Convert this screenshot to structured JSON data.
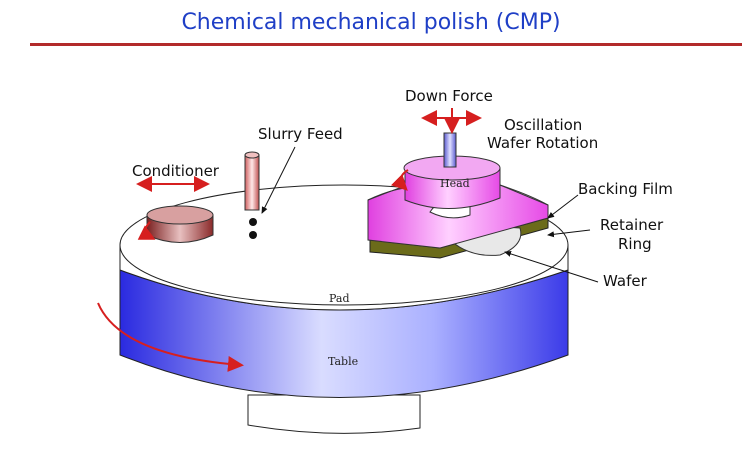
{
  "title": "Chemical mechanical polish (CMP)",
  "colors": {
    "title": "#1f3fc6",
    "rule": "#b22a2a",
    "table_blue": "#3b3be8",
    "head_magenta": "#e64ae6",
    "arrow_red": "#d61f1f",
    "backing_film": "#6b6b1a"
  },
  "labels": {
    "down_force": "Down Force",
    "slurry_feed": "Slurry Feed",
    "oscillation": "Oscillation",
    "wafer_rotation": "Wafer Rotation",
    "conditioner": "Conditioner",
    "backing_film": "Backing Film",
    "retainer": "Retainer",
    "ring": "Ring",
    "wafer": "Wafer",
    "head": "Head",
    "pad": "Pad",
    "table": "Table"
  }
}
